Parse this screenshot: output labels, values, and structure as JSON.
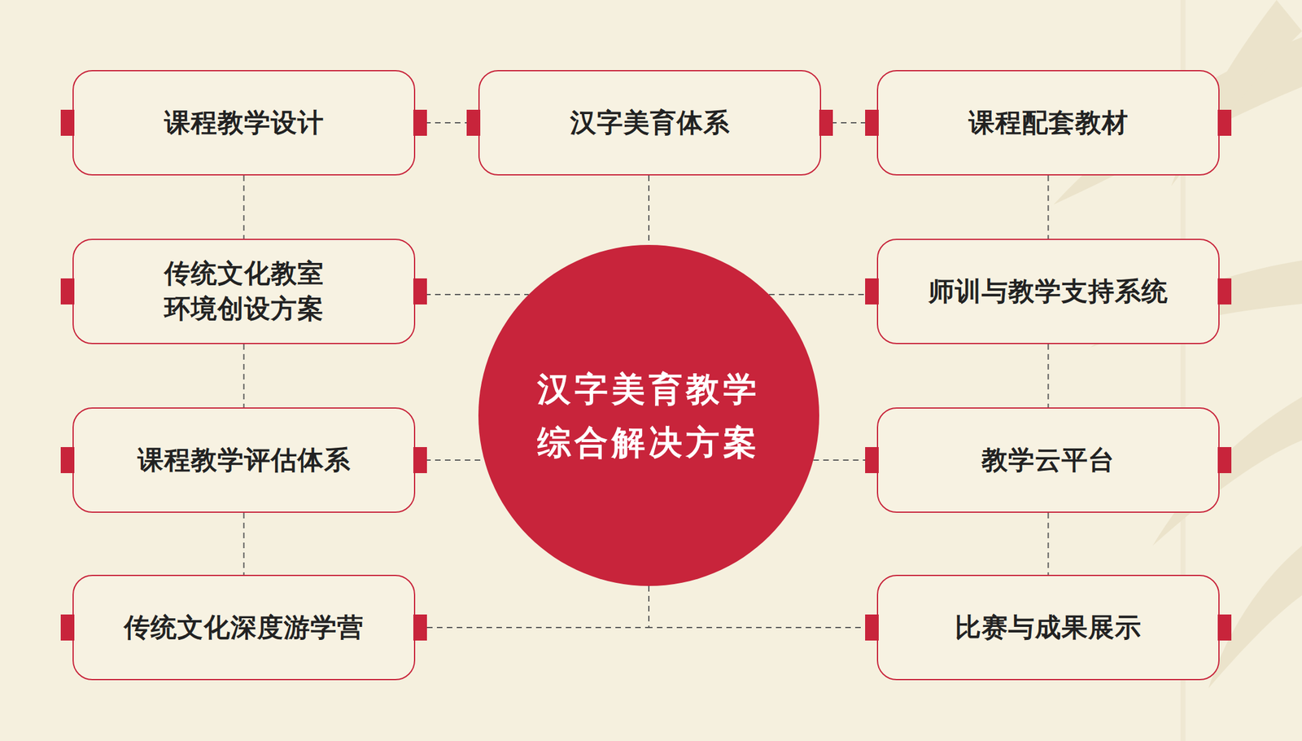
{
  "diagram": {
    "nodes": [
      {
        "text": [
          "课程教学设计"
        ]
      },
      {
        "text": [
          "汉字美育体系"
        ]
      },
      {
        "text": [
          "课程配套教材"
        ]
      },
      {
        "text": [
          "传统文化教室 环境创设方案"
        ]
      },
      {
        "text": [
          "汉字美育教学 综合解决方案"
        ]
      },
      {
        "text": [
          "师训与教学支持系统"
        ]
      },
      {
        "text": [
          "课程教学评估体系"
        ]
      },
      {
        "text": [
          "教学云平台"
        ]
      },
      {
        "text": [
          "传统文化深度游学营"
        ]
      },
      {
        "text": [
          "比赛与成果展示"
        ]
      }
    ],
    "edges": [
      {
        "from": 0,
        "to": 1,
        "arrow": "none"
      },
      {
        "from": 1,
        "to": 2,
        "arrow": "none"
      },
      {
        "from": 1,
        "to": 4,
        "arrow": "none"
      },
      {
        "from": 0,
        "to": 3,
        "arrow": "none"
      },
      {
        "from": 3,
        "to": 6,
        "arrow": "none"
      },
      {
        "from": 6,
        "to": 8,
        "arrow": "none"
      },
      {
        "from": 2,
        "to": 5,
        "arrow": "none"
      },
      {
        "from": 5,
        "to": 7,
        "arrow": "none"
      },
      {
        "from": 7,
        "to": 9,
        "arrow": "none"
      },
      {
        "from": 4,
        "to": 3,
        "arrow": "none"
      },
      {
        "from": 4,
        "to": 5,
        "arrow": "none"
      },
      {
        "from": 4,
        "to": 6,
        "arrow": "none"
      },
      {
        "from": 4,
        "to": 7,
        "arrow": "none"
      },
      {
        "from": 4,
        "to": 8,
        "arrow": "none"
      },
      {
        "from": 4,
        "to": 9,
        "arrow": "none"
      }
    ]
  }
}
